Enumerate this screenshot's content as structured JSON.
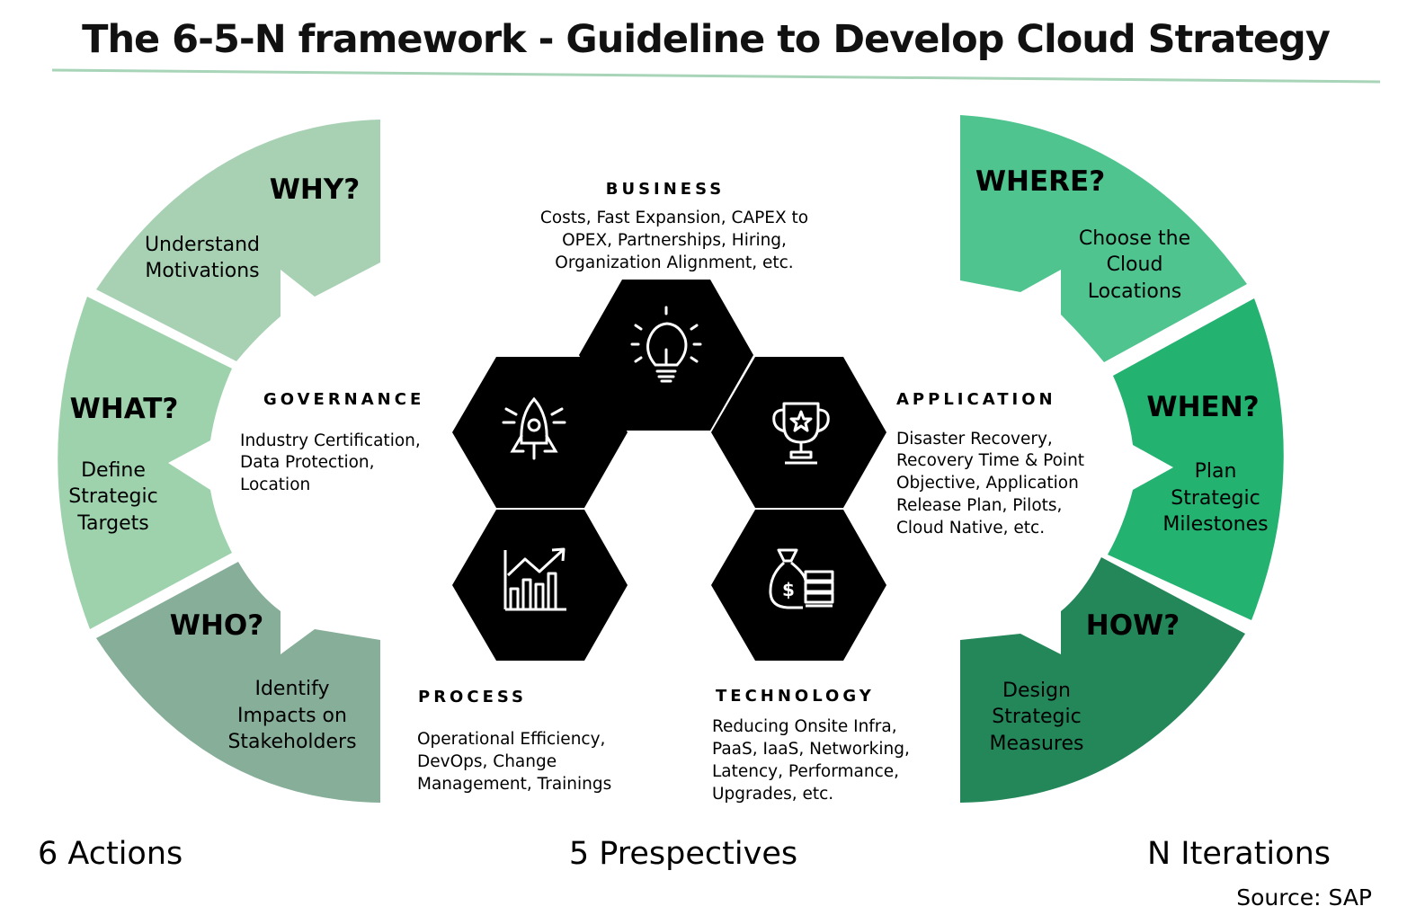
{
  "title": "The 6-5-N framework - Guideline to Develop Cloud Strategy",
  "colors": {
    "rule": "#a8d4b8",
    "why": "#a8d1b4",
    "what": "#9dd2ac",
    "who": "#86ae99",
    "where": "#4fc48f",
    "when": "#23b270",
    "how": "#24875a",
    "hexagon": "#000000"
  },
  "actions": [
    {
      "question": "WHY?",
      "text": [
        "Understand",
        "Motivations"
      ]
    },
    {
      "question": "WHAT?",
      "text": [
        "Define",
        "Strategic",
        "Targets"
      ]
    },
    {
      "question": "WHO?",
      "text": [
        "Identify",
        "Impacts on",
        "Stakeholders"
      ]
    },
    {
      "question": "WHERE?",
      "text": [
        "Choose the",
        "Cloud",
        "Locations"
      ]
    },
    {
      "question": "WHEN?",
      "text": [
        "Plan",
        "Strategic",
        "Milestones"
      ]
    },
    {
      "question": "HOW?",
      "text": [
        "Design",
        "Strategic",
        "Measures"
      ]
    }
  ],
  "perspectives": {
    "business": {
      "heading": "BUSINESS",
      "text": [
        "Costs, Fast Expansion, CAPEX to",
        "OPEX, Partnerships, Hiring,",
        "Organization Alignment, etc."
      ]
    },
    "governance": {
      "heading": "GOVERNANCE",
      "text": [
        "Industry Certification,",
        "Data Protection,",
        "Location"
      ]
    },
    "application": {
      "heading": "APPLICATION",
      "text": [
        "Disaster Recovery,",
        "Recovery Time & Point",
        "Objective, Application",
        "Release Plan, Pilots,",
        "Cloud Native, etc."
      ]
    },
    "process": {
      "heading": "PROCESS",
      "text": [
        "Operational Efficiency,",
        "DevOps, Change",
        "Management, Trainings"
      ]
    },
    "technology": {
      "heading": "TECHNOLOGY",
      "text": [
        "Reducing Onsite Infra,",
        "PaaS, IaaS, Networking,",
        "Latency, Performance,",
        "Upgrades, etc."
      ]
    }
  },
  "icons": [
    "lightbulb-icon",
    "rocket-icon",
    "trophy-icon",
    "growth-chart-icon",
    "money-bag-icon"
  ],
  "footer": {
    "actions": "6 Actions",
    "perspectives": "5 Prespectives",
    "iterations": "N Iterations",
    "source": "Source: SAP"
  }
}
